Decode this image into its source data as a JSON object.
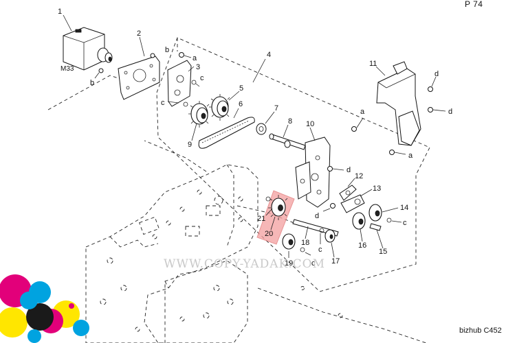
{
  "page": {
    "page_number": "P 74",
    "model": "bizhub C452"
  },
  "watermark": "WWW.COPY-YADAK.COM",
  "highlight": {
    "part": "20",
    "color": "#f4a0a0"
  },
  "motor_label": "M33",
  "callouts": {
    "p1": "1",
    "p2": "2",
    "p3": "3",
    "p4": "4",
    "p5": "5",
    "p6": "6",
    "p7": "7",
    "p8": "8",
    "p9": "9",
    "p10": "10",
    "p11": "11",
    "p12": "12",
    "p13": "13",
    "p14": "14",
    "p15": "15",
    "p16": "16",
    "p17": "17",
    "p18": "18",
    "p19": "19",
    "p20": "20",
    "p21": "21"
  },
  "screws": {
    "a": "a",
    "b": "b",
    "c": "c",
    "d": "d"
  },
  "logo_colors": [
    "#e2007a",
    "#00a3e0",
    "#ffe600",
    "#1a1a1a",
    "#ffffff"
  ]
}
